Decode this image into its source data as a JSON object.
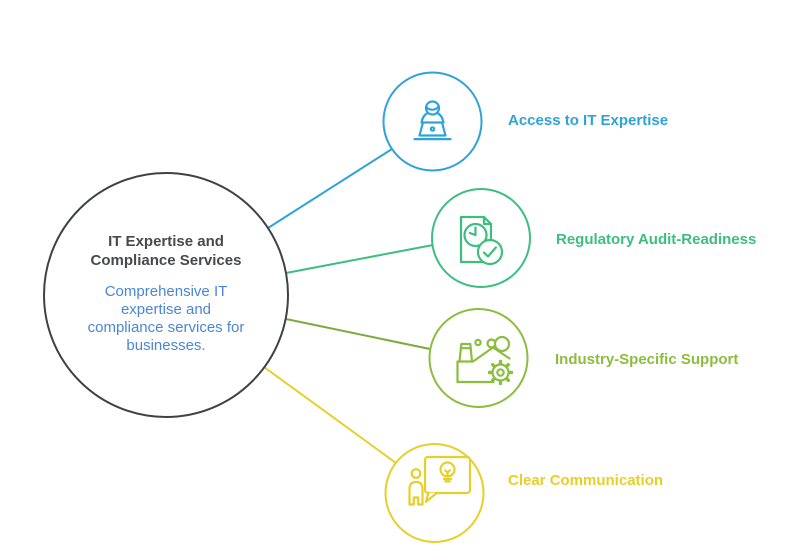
{
  "palette": {
    "background": "#FFFFFF",
    "dark": "#3F4245",
    "title_text": "#47494C",
    "subtitle_text": "#4A86D8",
    "blue": "#2FA3D8",
    "green": "#3EBE7E",
    "olive": "#8BBD3E",
    "olive_line": "#7AAB3D",
    "yellow": "#E7CF28"
  },
  "center": {
    "title": "IT Expertise and Compliance Services",
    "title_lines": [
      "IT Expertise and",
      "Compliance Services"
    ],
    "subtitle": "Comprehensive IT expertise and compliance services for businesses.",
    "subtitle_lines": [
      "Comprehensive IT",
      "expertise and",
      "compliance services for",
      "businesses."
    ]
  },
  "nodes": [
    {
      "label": "Access to IT Expertise",
      "icon": "person-at-laptop-icon",
      "color": "#2FA3D8"
    },
    {
      "label": "Regulatory Audit-Readiness",
      "icon": "document-clock-check-icon",
      "color": "#3EBE7E"
    },
    {
      "label": "Industry-Specific Support",
      "icon": "factory-gear-icon",
      "color": "#8BBD3E"
    },
    {
      "label": "Clear Communication",
      "icon": "person-speech-bubble-idea-icon",
      "color": "#E7CF28"
    }
  ]
}
